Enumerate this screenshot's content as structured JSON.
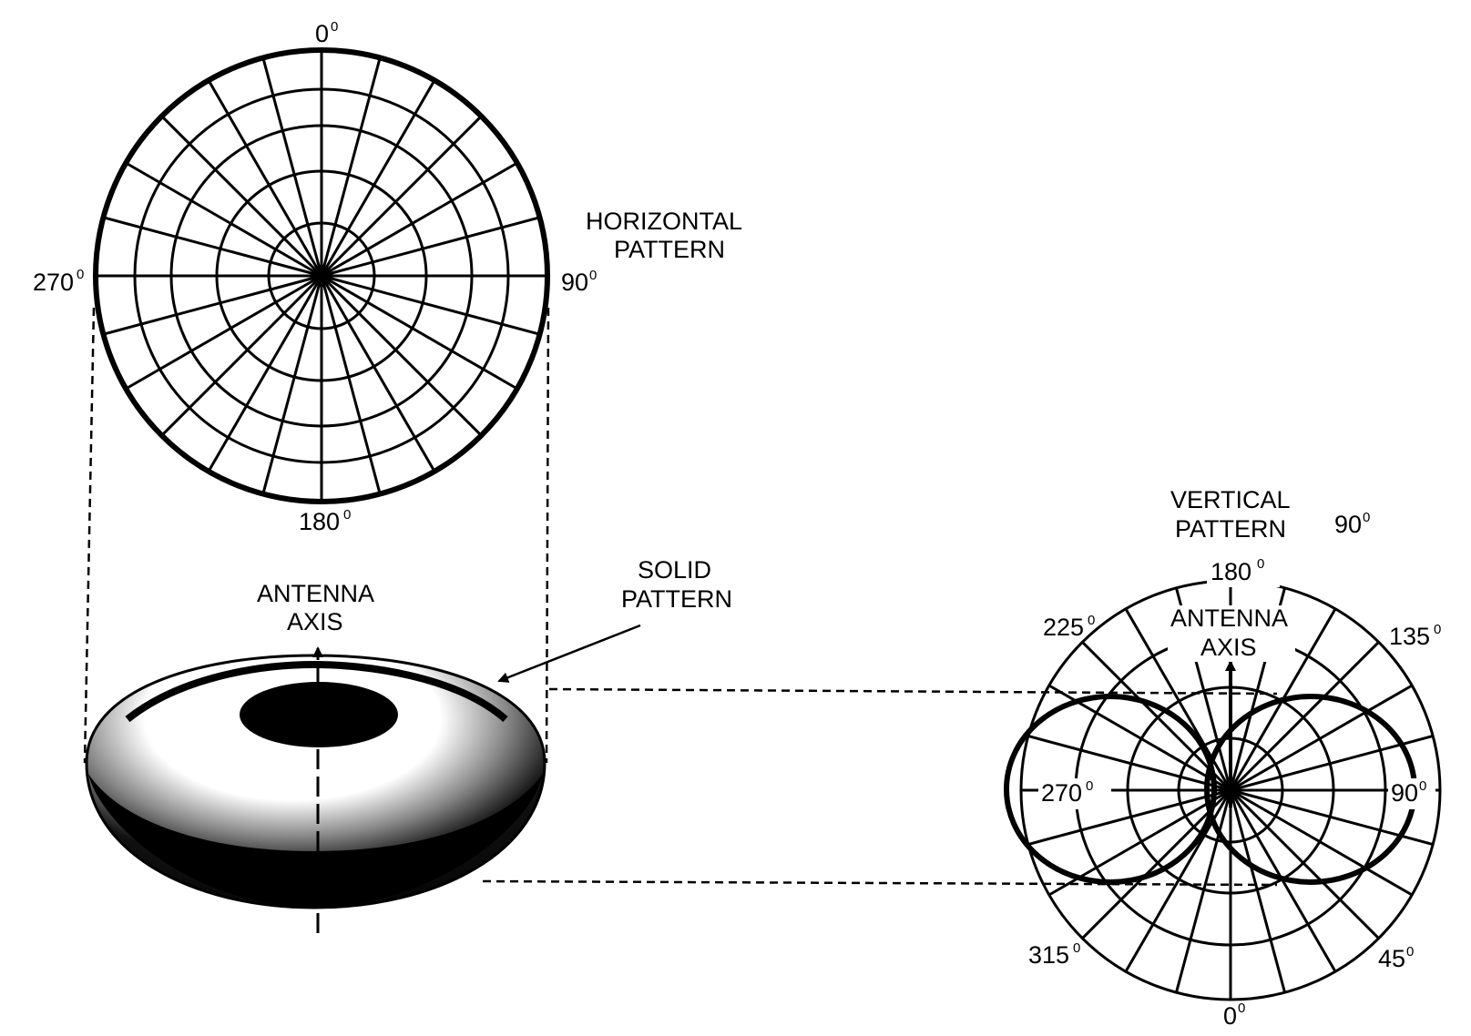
{
  "horizontal": {
    "title_line1": "HORIZONTAL",
    "title_line2": "PATTERN",
    "deg_0": "0",
    "deg_90": "90",
    "deg_180": "180",
    "deg_270": "270",
    "degree_mark": "0"
  },
  "solid": {
    "label_line1": "SOLID",
    "label_line2": "PATTERN",
    "axis_line1": "ANTENNA",
    "axis_line2": "AXIS"
  },
  "vertical": {
    "title_line1": "VERTICAL",
    "title_line2": "PATTERN",
    "deg_90_top": "90",
    "deg_180": "180",
    "deg_225": "225",
    "deg_135": "135",
    "deg_270": "270",
    "deg_90": "90",
    "deg_315": "315",
    "deg_45": "45",
    "deg_0": "0",
    "degree_mark": "0",
    "axis_line1": "ANTENNA",
    "axis_line2": "AXIS"
  }
}
